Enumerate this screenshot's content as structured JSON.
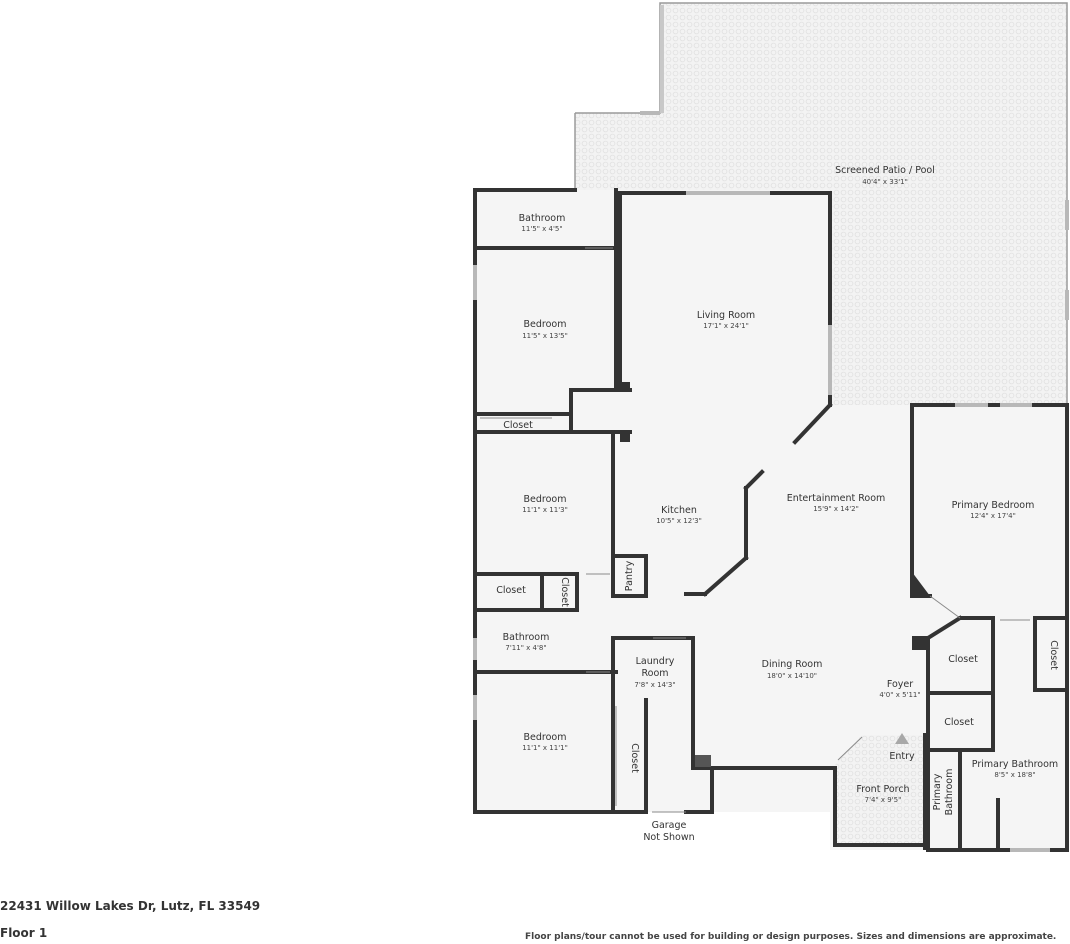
{
  "listing": {
    "address": "22431 Willow Lakes Dr, Lutz, FL 33549",
    "floor": "Floor 1",
    "disclaimer": "Floor plans/tour cannot be used for building or design purposes. Sizes and dimensions are approximate."
  },
  "rooms": {
    "patio": {
      "name": "Screened Patio / Pool",
      "dims": "40'4\" x 33'1\""
    },
    "bathroom_top": {
      "name": "Bathroom",
      "dims": "11'5\" x 4'5\""
    },
    "bedroom_1": {
      "name": "Bedroom",
      "dims": "11'5\" x 13'5\""
    },
    "closet_1": {
      "name": "Closet"
    },
    "living": {
      "name": "Living Room",
      "dims": "17'1\" x 24'1\""
    },
    "bedroom_2": {
      "name": "Bedroom",
      "dims": "11'1\" x 11'3\""
    },
    "kitchen": {
      "name": "Kitchen",
      "dims": "10'5\" x 12'3\""
    },
    "entertainment": {
      "name": "Entertainment Room",
      "dims": "15'9\" x 14'2\""
    },
    "primary_bedroom": {
      "name": "Primary Bedroom",
      "dims": "12'4\" x 17'4\""
    },
    "closet_2": {
      "name": "Closet"
    },
    "closet_3": {
      "name": "Closet"
    },
    "pantry": {
      "name": "Pantry"
    },
    "bathroom_mid": {
      "name": "Bathroom",
      "dims": "7'11\" x 4'8\""
    },
    "laundry": {
      "name_line1": "Laundry",
      "name_line2": "Room",
      "dims": "7'8\" x 14'3\""
    },
    "dining": {
      "name": "Dining Room",
      "dims": "18'0\" x 14'10\""
    },
    "closet_4": {
      "name": "Closet"
    },
    "closet_5": {
      "name": "Closet"
    },
    "foyer": {
      "name": "Foyer",
      "dims": "4'0\" x 5'11\""
    },
    "closet_6": {
      "name": "Closet"
    },
    "bedroom_3": {
      "name": "Bedroom",
      "dims": "11'1\" x 11'1\""
    },
    "closet_7": {
      "name": "Closet"
    },
    "entry": {
      "name": "Entry"
    },
    "front_porch": {
      "name": "Front Porch",
      "dims": "7'4\" x 9'5\""
    },
    "primary_bathroom_side": {
      "name_line1": "Primary",
      "name_line2": "Bathroom"
    },
    "primary_bathroom": {
      "name": "Primary Bathroom",
      "dims": "8'5\" x 18'8\""
    },
    "garage": {
      "name_line1": "Garage",
      "name_line2": "Not Shown"
    }
  }
}
